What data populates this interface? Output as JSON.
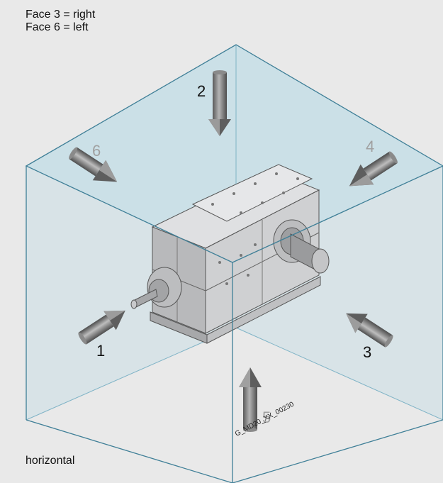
{
  "legend": {
    "line1": "Face 3 = right",
    "line2": "Face 6 = left"
  },
  "orientation_label": "horizontal",
  "image_code": "G_MD20_XX_00230",
  "faces": [
    {
      "number": "1",
      "tone": "dark"
    },
    {
      "number": "2",
      "tone": "dark"
    },
    {
      "number": "3",
      "tone": "dark"
    },
    {
      "number": "4",
      "tone": "grey"
    },
    {
      "number": "5",
      "tone": "grey"
    },
    {
      "number": "6",
      "tone": "grey"
    }
  ],
  "colors": {
    "background": "#e9e9e9",
    "box_edge": "#3f7f97",
    "box_fill": "#a9d4e2",
    "arrow": "#6b6b6b",
    "gearbox": "#cfd0d2"
  }
}
